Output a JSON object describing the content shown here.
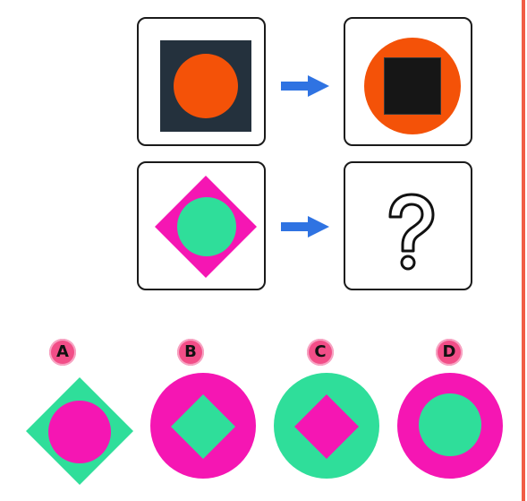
{
  "colors": {
    "accent_rule": "#f15d46",
    "dark_square": "#24313d",
    "orange": "#f45208",
    "black_square": "#161616",
    "pink": "#f516b3",
    "green": "#2fde9a",
    "arrow_blue": "#2f73e2",
    "badge_pink": "#f24e88"
  },
  "puzzle": {
    "question_mark": "?",
    "icons": {
      "arrow_1": "right-arrow-icon",
      "arrow_2": "right-arrow-icon",
      "question": "question-mark-icon"
    }
  },
  "options": [
    {
      "label": "A"
    },
    {
      "label": "B"
    },
    {
      "label": "C"
    },
    {
      "label": "D"
    }
  ]
}
